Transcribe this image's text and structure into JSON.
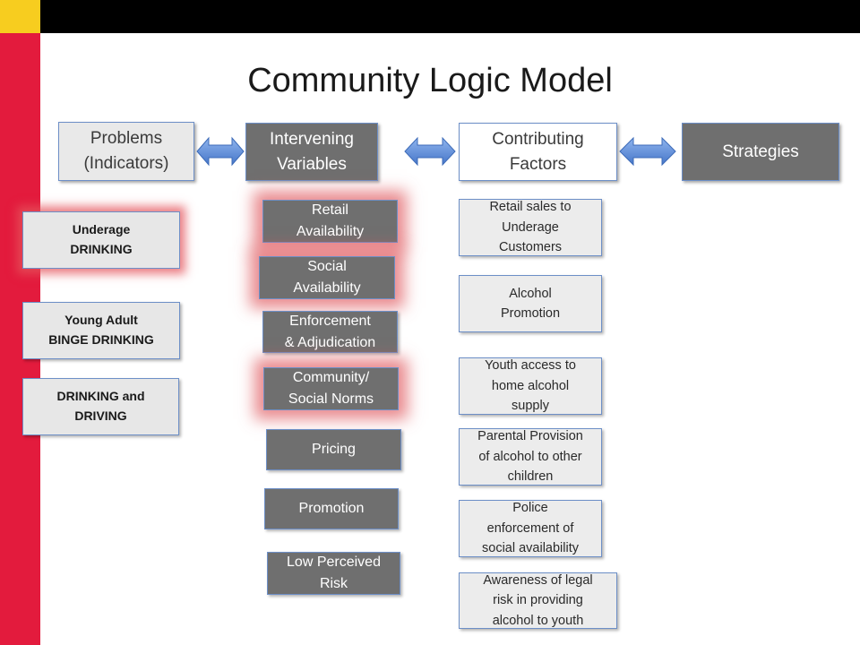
{
  "title": "Community Logic Model",
  "headers": {
    "problems": "Problems\n(Indicators)",
    "intervening": "Intervening\nVariables",
    "contributing": "Contributing\nFactors",
    "strategies": "Strategies"
  },
  "problems": [
    "Underage\nDRINKING",
    "Young Adult\nBINGE DRINKING",
    "DRINKING and\nDRIVING"
  ],
  "intervening_variables": [
    "Retail\nAvailability",
    "Social\nAvailability",
    "Enforcement\n& Adjudication",
    "Community/\nSocial Norms",
    "Pricing",
    "Promotion",
    "Low Perceived\nRisk"
  ],
  "contributing_factors": [
    "Retail sales to\nUnderage\nCustomers",
    "Alcohol\nPromotion",
    "Youth access to\nhome alcohol\nsupply",
    "Parental Provision\nof alcohol to other\nchildren",
    "Police\nenforcement of\nsocial availability",
    "Awareness of legal\nrisk in providing\nalcohol to youth"
  ],
  "colors": {
    "sidebar": "#e31b3d",
    "topbar": "#000000",
    "accent": "#f7cd1f",
    "dark_box": "#6f6f6f",
    "light_box": "#e9e9e9",
    "arrow": "#5b8ad6",
    "highlight_glow": "#e4545c"
  }
}
